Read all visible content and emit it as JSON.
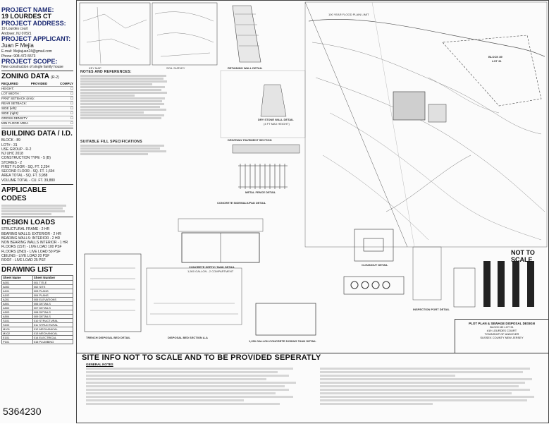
{
  "left": {
    "project_name_label": "PROJECT NAME:",
    "project_name": "19 LOURDES CT",
    "project_address_label": "PROJECT ADDRESS:",
    "address_line1": "19 Lourdes court",
    "address_line2": "Andover, NJ 07821",
    "applicant_label": "PROJECT APPLICANT:",
    "applicant_name": "Juan F Mejia",
    "email": "E-mail: Mejiajuan24@gmail.com",
    "phone": "Phone: 908-472-5573",
    "scope_label": "PROJECT SCOPE:",
    "scope": "New construction of single family house",
    "zoning_title": "ZONING DATA",
    "zoning_sub": "(R-2)",
    "zoning_headers": [
      "REQUIRED",
      "PROVIDED",
      "COMPLY"
    ],
    "zoning_rows": [
      "HEIGHT:",
      "LOT WIDTH :",
      "FRNT SETBACK (min):",
      "REAR SETBACK:",
      "SIDE (left):",
      "SIDE (right):",
      "GROSS DENSITY",
      "MIN FLOOR AREA"
    ],
    "building_title": "BUILDING DATA / I.D.",
    "building_rows": [
      "BLOCK - 89",
      "LOT# - 31",
      "USE GROUP - R-2",
      "NJ UHC 2018",
      "CONSTRUCTION TYPE - 5 (B)",
      "STORIES - 2",
      "FIRST FLOOR - SQ. FT. 2,294",
      "SECOND FLOOR - SQ. FT. 1,694",
      "AREA TOTAL - SQ. FT. 3,988",
      "VOLUME TOTAL - CU. FT. 39,880"
    ],
    "codes_title": "APPLICABLE CODES",
    "loads_title": "DESIGN LOADS",
    "loads_rows": [
      "STRUCTURAL FRAME - 2 HR",
      "BEARING WALLS: EXTERIOR - 2 HR",
      "BEARING WALLS: INTERIOR - 2 HR",
      "NON BEARING WALLS INTERIOR - 1 HR",
      "FLOORS (1ST) - LIVE LOAD 100 PSF",
      "FLOORS (2ND) - LIVE LOAD 50 PSF",
      "CEILING - LIVE LOAD 20 PSF",
      "ROOF - LIVE LOAD 25 PSF"
    ],
    "drawing_title": "DRAWING LIST",
    "drawing_headers": [
      "Sheet Name",
      "Sheet Number"
    ],
    "drawing_rows": [
      [
        "A001",
        "001 TITLE"
      ],
      [
        "A002",
        "002 SITE"
      ],
      [
        "A101",
        "003 PLANS"
      ],
      [
        "A102",
        "004 PLANS"
      ],
      [
        "A201",
        "005 ELEVATIONS"
      ],
      [
        "A501",
        "006 DETAILS"
      ],
      [
        "A502",
        "007 DETAILS"
      ],
      [
        "A503",
        "008 DETAILS"
      ],
      [
        "A504",
        "009 DETAILS"
      ],
      [
        "S101",
        "010 STRUCTURAL"
      ],
      [
        "S102",
        "011 STRUCTURAL"
      ],
      [
        "M101",
        "012 MECHANICAL"
      ],
      [
        "M102",
        "013 MECHANICAL"
      ],
      [
        "E101",
        "014 ELECTRICAL"
      ],
      [
        "P101",
        "015 PLUMBING"
      ]
    ]
  },
  "drawing": {
    "key_map": "KEY MAP",
    "soil_survey": "SOIL SURVEY",
    "retaining_wall": "RETAINING WALL DETAIL",
    "notes_title": "NOTES AND REFERENCES:",
    "driveway": "DRIVEWAY PAVEMENT SECTION",
    "dry_stone": "DRY STONE WALL DETAIL",
    "dry_stone_sub": "(4 FT MAX HEIGHT)",
    "concrete_sidewalk": "CONCRETE SIDEWALK/PAD DETAIL",
    "metal_fence": "METAL FENCE DETAIL",
    "fill_specs": "SUITABLE FILL SPECIFICATIONS",
    "septic_tank": "CONCRETE SEPTIC TANK DETAIL",
    "septic_sub": "1,500 GALLON - 2 COMPARTMENT",
    "cleanout": "CLEANOUT DETAIL",
    "inspection": "INSPECTION PORT DETAIL",
    "disposal_bed": "TRENCH DISPOSAL BED DETAIL",
    "disposal_section": "DISPOSAL BED SECTION A-A",
    "dosing_tank": "1,250 GALLON CONCRETE DOSING TANK DETAIL",
    "flood_plain": "100 YEAR FLOOD PLAIN LIMIT",
    "block_lot": [
      "BLOCK 89",
      "LOT 31"
    ],
    "not_to_scale": "NOT TO SCALE",
    "site_info": "SITE INFO NOT TO SCALE AND TO BE PROVIDED SEPERATLY",
    "general_notes": "GENERAL NOTES",
    "title_block": [
      "PLOT PLAN & SEWAGE DISPOSAL DESIGN",
      "BLOCK 89    LOT 31",
      "#19 LOURDES COURT",
      "TOWNSHIP OF ANDOVER",
      "SUSSEX COUNTY     NEW JERSEY"
    ]
  },
  "page_id": "5364230"
}
